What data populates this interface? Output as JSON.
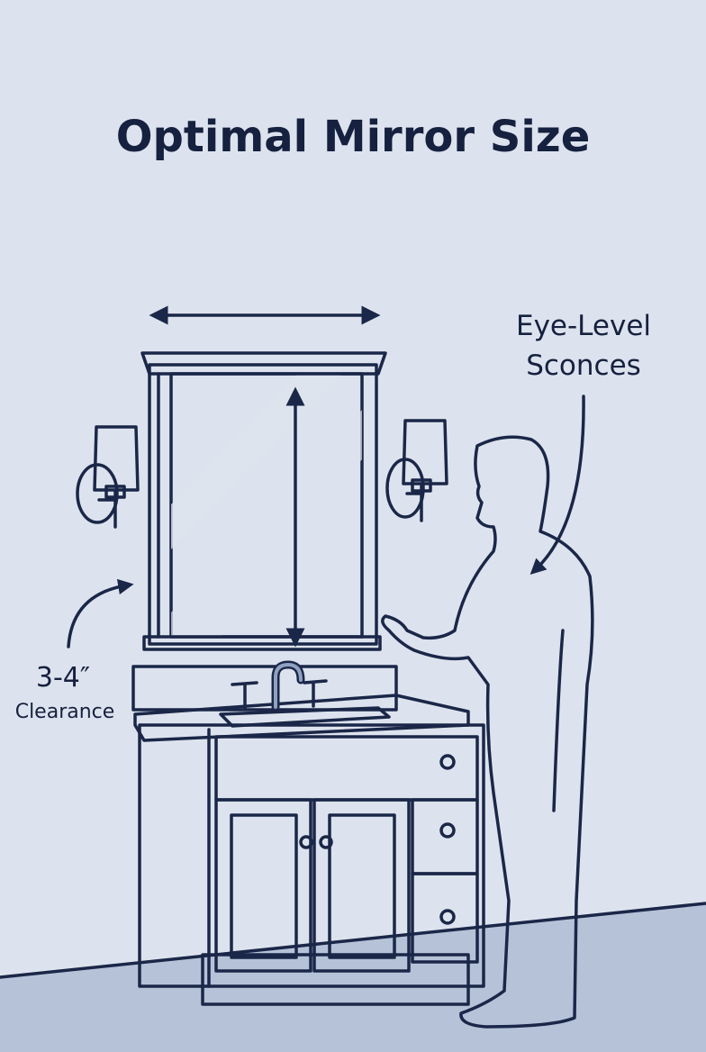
{
  "title": "Optimal Mirror Size",
  "labels": {
    "sconce_line1": "Eye-Level",
    "sconce_line2": "Sconces",
    "clearance_value": "3-4″",
    "clearance_label": "Clearance"
  },
  "colors": {
    "background": "#dde3ee",
    "line": "#1b2748",
    "person": "#8fa1c0",
    "floor": "#b6c2d8",
    "glass": "#b9c5da"
  }
}
